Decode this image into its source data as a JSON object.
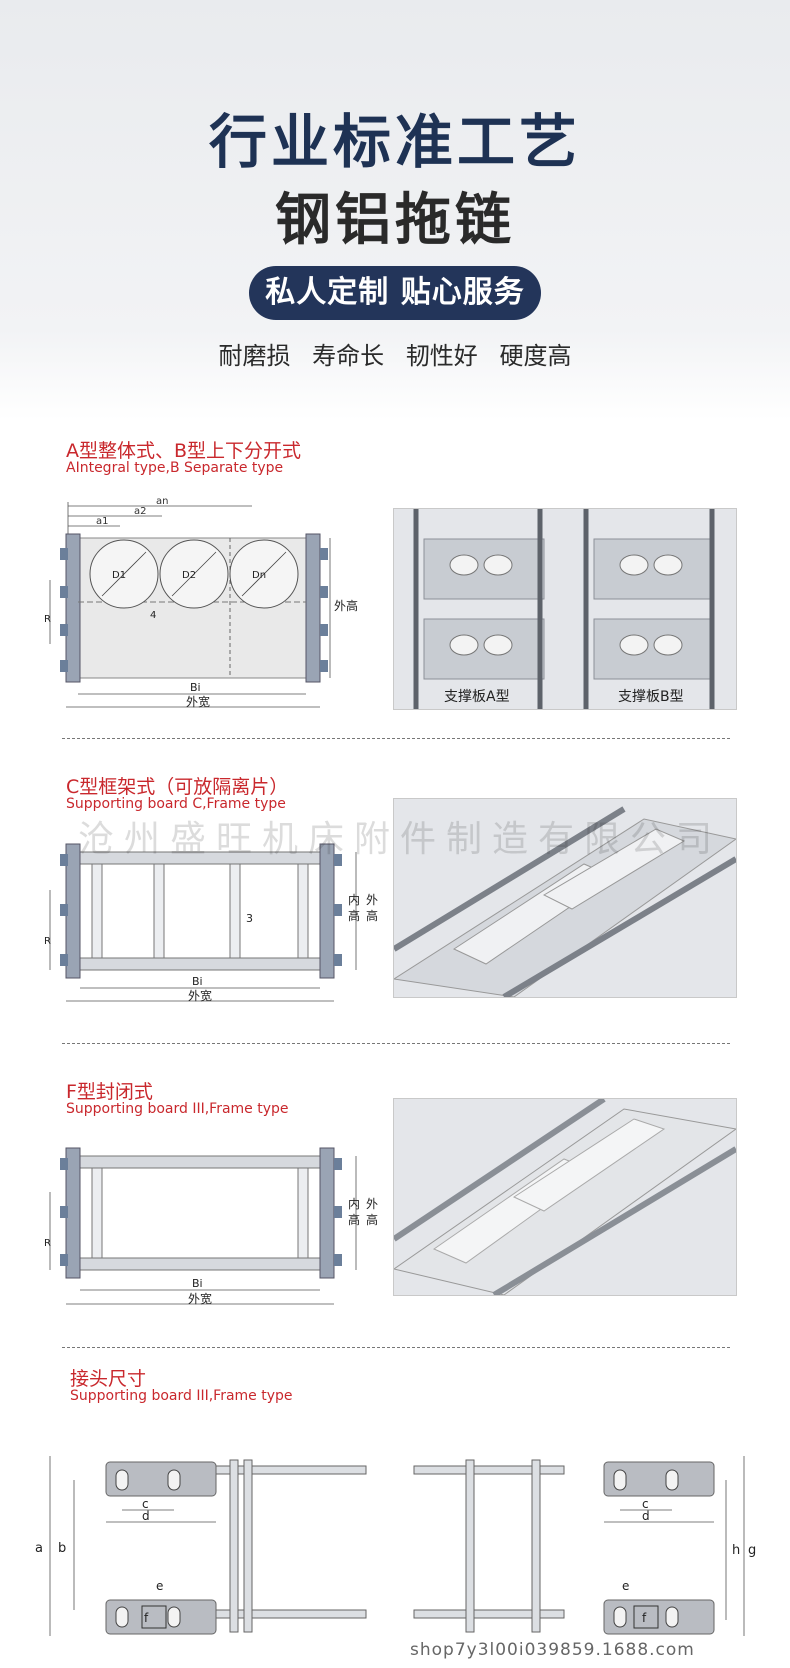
{
  "hero": {
    "title_line1": "行业标准工艺",
    "title_line2": "钢铝拖链",
    "pill": "私人定制 贴心服务",
    "features": [
      "耐磨损",
      "寿命长",
      "韧性好",
      "硬度高"
    ]
  },
  "section_a": {
    "title_cn": "A型整体式、B型上下分开式",
    "title_en": "AIntegral type,B Separate type",
    "dim_an": "an",
    "dim_a2": "a2",
    "dim_a1": "a1",
    "dim_d1": "D1",
    "dim_d2": "D2",
    "dim_dn": "Dn",
    "dim_4": "4",
    "dim_r": "R",
    "dim_bi": "Bi",
    "dim_outer_width": "外宽",
    "dim_outer_height": "外高",
    "photo_label_a": "支撑板A型",
    "photo_label_b": "支撑板B型"
  },
  "section_c": {
    "title_cn": "C型框架式（可放隔离片）",
    "title_en": "Supporting board C,Frame type",
    "dim_3": "3",
    "dim_r": "R",
    "dim_bi": "Bi",
    "dim_outer_width": "外宽",
    "dim_inner": "内",
    "dim_outer": "外",
    "dim_high1": "高",
    "dim_high2": "高"
  },
  "section_f": {
    "title_cn": "F型封闭式",
    "title_en": "Supporting board III,Frame type",
    "dim_r": "R",
    "dim_bi": "Bi",
    "dim_outer_width": "外宽",
    "dim_inner": "内",
    "dim_outer": "外",
    "dim_high1": "高",
    "dim_high2": "高"
  },
  "section_joint": {
    "title_cn": "接头尺寸",
    "title_en": "Supporting board III,Frame type",
    "dim_a": "a",
    "dim_b": "b",
    "dim_c_left": "c",
    "dim_d_left": "d",
    "dim_e_left": "e",
    "dim_f_left": "f",
    "dim_c_right": "c",
    "dim_d_right": "d",
    "dim_e_right": "e",
    "dim_f_right": "f",
    "dim_h": "h",
    "dim_g": "g"
  },
  "watermark": "沧州盛旺机床附件制造有限公司",
  "footer": "shop7y3l00i039859.1688.com",
  "colors": {
    "navy": "#1e3254",
    "pill": "#23355a",
    "red": "#c9282d",
    "plate": "#e8e8e8",
    "bolt": "#6b7f9a"
  }
}
